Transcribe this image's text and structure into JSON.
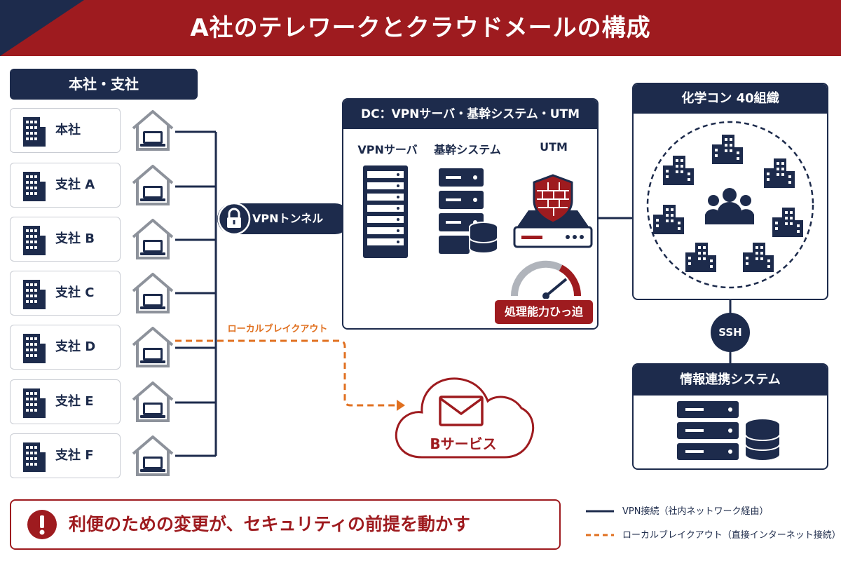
{
  "title": "A社のテレワークとクラウドメールの構成",
  "left_panel": {
    "header": "本社・支社",
    "sites": [
      {
        "label": "本社"
      },
      {
        "label": "支社 A"
      },
      {
        "label": "支社 B"
      },
      {
        "label": "支社 C"
      },
      {
        "label": "支社 D"
      },
      {
        "label": "支社 E"
      },
      {
        "label": "支社 F"
      }
    ]
  },
  "vpn_tunnel_label": "VPNトンネル",
  "local_breakout_label": "ローカルブレイクアウト",
  "dc": {
    "title": "DC：VPNサーバ・基幹システム・UTM",
    "components": [
      {
        "label": "VPNサーバ",
        "icon": "server-rack-icon"
      },
      {
        "label": "基幹システム",
        "icon": "server-database-icon"
      },
      {
        "label": "UTM",
        "icon": "firewall-shield-icon"
      }
    ],
    "capacity_badge": "処理能力ひっ迫"
  },
  "right_panel": {
    "title": "化学コン 40組織",
    "icon": "organizations-network-icon"
  },
  "ssh_label": "SSH",
  "info_system": {
    "title": "情報連携システム",
    "icon": "server-database-icon"
  },
  "cloud_service": {
    "label": "Bサービス",
    "icon": "mail-cloud-icon"
  },
  "warning": {
    "text": "利便のための変更が、セキュリティの前提を動かす",
    "icon": "exclamation-icon"
  },
  "legend": [
    {
      "label": "VPN接続（社内ネットワーク経由）",
      "style": "solid",
      "color": "#1d2b4c"
    },
    {
      "label": "ローカルブレイクアウト（直接インターネット接続）",
      "style": "dashed",
      "color": "#e07020"
    }
  ],
  "colors": {
    "navy": "#1d2b4c",
    "crimson": "#9e1b1f",
    "orange": "#e07020"
  }
}
